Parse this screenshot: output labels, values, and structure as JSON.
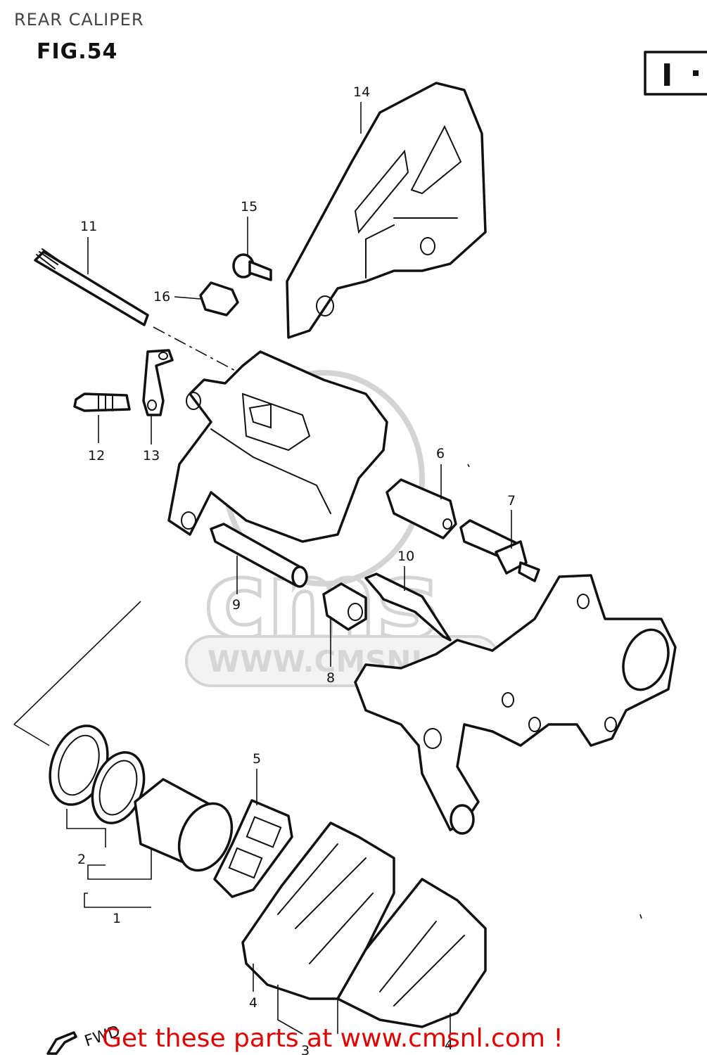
{
  "header": {
    "title": "REAR CALIPER",
    "figure": "FIG.54",
    "tab_marker": "I"
  },
  "watermark": {
    "logo": "cms",
    "url": "WWW.CMSNL.COM"
  },
  "callouts": {
    "c1": "1",
    "c2": "2",
    "c3": "3",
    "c4": "4",
    "c5": "5",
    "c6": "6",
    "c7": "7",
    "c8": "8",
    "c9": "9",
    "c10": "10",
    "c11": "11",
    "c12": "12",
    "c13": "13",
    "c14": "14",
    "c15": "15",
    "c16": "16"
  },
  "direction_marker": "FWD",
  "banner": {
    "text": "Get these parts at www.cmsnl.com !"
  },
  "colors": {
    "line": "#111111",
    "banner": "#e00000",
    "watermark": "#d4d4d4"
  }
}
